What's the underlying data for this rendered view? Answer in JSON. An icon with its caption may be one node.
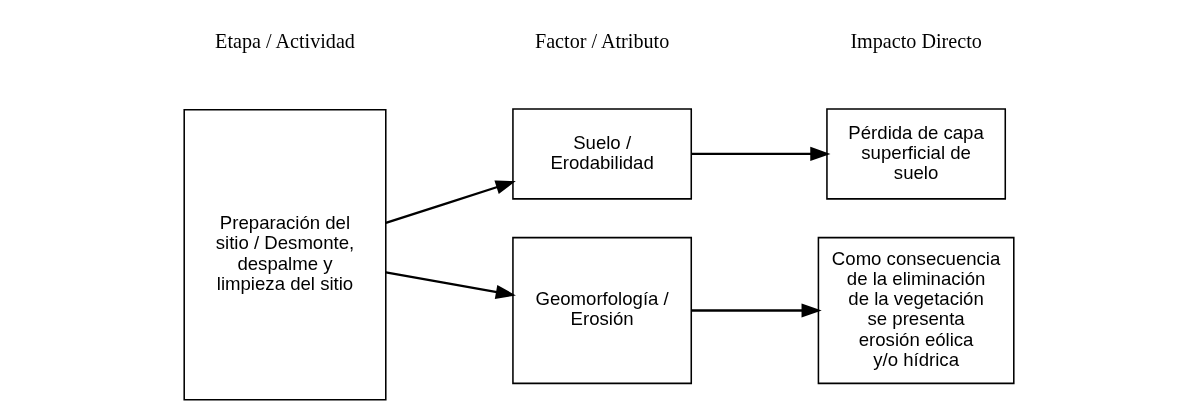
{
  "diagram": {
    "nodes": [
      {
        "text": [
          "Preparación del sitio / Desmonte, despalme y limpieza del sitio"
        ]
      },
      {
        "text": [
          "Geomorfología / Erosión"
        ]
      },
      {
        "text": [
          "Como consecuencia de la eliminación de la vegetación se presenta erosión eólica y/o hídrica"
        ]
      },
      {
        "text": [
          "Suelo / Erodabilidad"
        ]
      },
      {
        "text": [
          "Pérdida de capa superficial de suelo"
        ]
      }
    ],
    "edges": [
      {
        "from": 0,
        "to": 1,
        "arrow": "to"
      },
      {
        "from": 1,
        "to": 2,
        "arrow": "to"
      },
      {
        "from": 0,
        "to": 3,
        "arrow": "to"
      },
      {
        "from": 3,
        "to": 4,
        "arrow": "to"
      }
    ],
    "labels": [
      "Etapa / Actividad",
      "Factor / Atributo",
      "Impacto Directo"
    ]
  }
}
